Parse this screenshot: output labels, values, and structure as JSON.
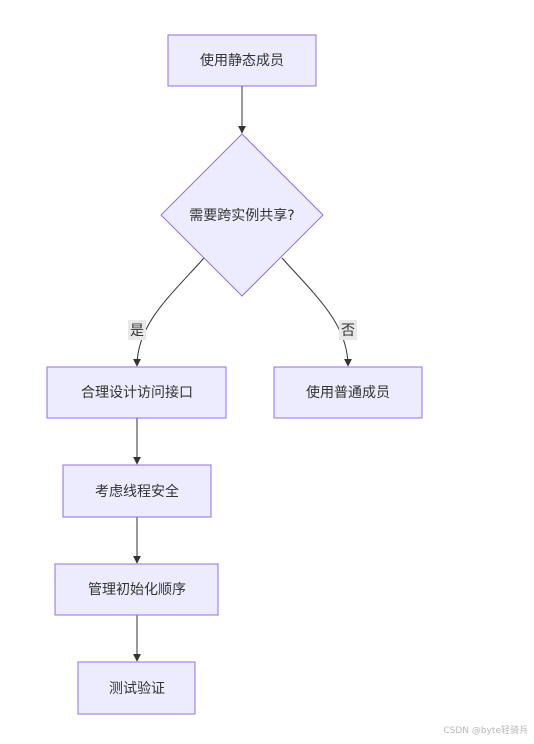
{
  "diagram": {
    "nodes": [
      {
        "id": "static",
        "label": "使用静态成员",
        "shape": "rect"
      },
      {
        "id": "decision",
        "label": "需要跨实例共享?",
        "shape": "diamond"
      },
      {
        "id": "interface",
        "label": "合理设计访问接口",
        "shape": "rect"
      },
      {
        "id": "normal",
        "label": "使用普通成员",
        "shape": "rect"
      },
      {
        "id": "thread",
        "label": "考虑线程安全",
        "shape": "rect"
      },
      {
        "id": "init",
        "label": "管理初始化顺序",
        "shape": "rect"
      },
      {
        "id": "test",
        "label": "测试验证",
        "shape": "rect"
      }
    ],
    "edges": [
      {
        "from": "static",
        "to": "decision",
        "label": ""
      },
      {
        "from": "decision",
        "to": "interface",
        "label": "是"
      },
      {
        "from": "decision",
        "to": "normal",
        "label": "否"
      },
      {
        "from": "interface",
        "to": "thread",
        "label": ""
      },
      {
        "from": "thread",
        "to": "init",
        "label": ""
      },
      {
        "from": "init",
        "to": "test",
        "label": ""
      }
    ],
    "colors": {
      "node_fill": "#ececfe",
      "node_stroke": "#9370db",
      "edge": "#333333",
      "edge_label_bg": "#e8e8e8",
      "text": "#333333"
    }
  },
  "watermark": "CSDN @byte轻骑兵"
}
